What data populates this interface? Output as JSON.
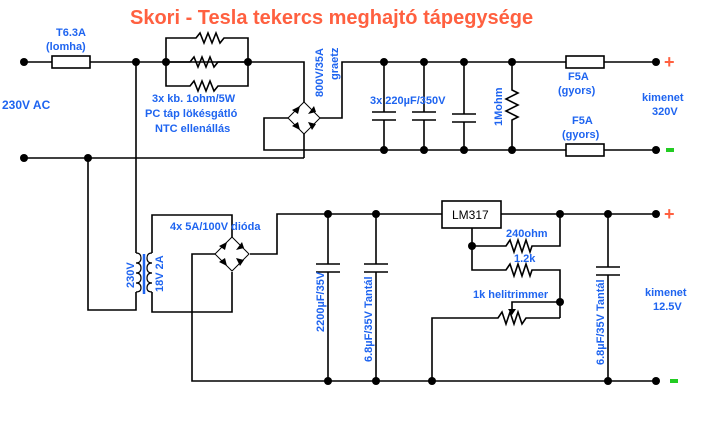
{
  "title": "Skori - Tesla tekercs meghajtó tápegysége",
  "colors": {
    "title": "#ff6040",
    "label": "#1e64f0",
    "plus": "#ff6040",
    "minus": "#22cc22",
    "wire": "#000000"
  },
  "input": {
    "label": "230V AC"
  },
  "fuse_in": {
    "rating": "T6.3A",
    "type": "(lomha)"
  },
  "ntc": {
    "line1": "3x kb. 1ohm/5W",
    "line2": "PC táp lökésgátló",
    "line3": "NTC ellenállás"
  },
  "bridge_hv": {
    "rating": "800V/35A",
    "name": "graetz"
  },
  "caps_hv": {
    "label": "3x 220µF/350V"
  },
  "bleeder": {
    "label": "1Mohm"
  },
  "fuse_out_plus": {
    "rating": "F5A",
    "type": "(gyors)"
  },
  "fuse_out_minus": {
    "rating": "F5A",
    "type": "(gyors)"
  },
  "output_hv": {
    "line1": "kimenet",
    "line2": "320V",
    "plus": "+",
    "minus": "-"
  },
  "transformer": {
    "primary": "230V",
    "secondary": "18V 2A"
  },
  "bridge_lv": {
    "label": "4x  5A/100V dióda"
  },
  "cap_filter": {
    "label": "2200µF/35V"
  },
  "cap_tant_in": {
    "label": "6.8µF/35V Tantál"
  },
  "regulator": {
    "label": "LM317"
  },
  "r1": {
    "label": "240ohm"
  },
  "r2": {
    "label": "1.2k"
  },
  "trimmer": {
    "label": "1k helitrimmer"
  },
  "cap_tant_out": {
    "label": "6.8µF/35V Tantál"
  },
  "output_lv": {
    "line1": "kimenet",
    "line2": "12.5V",
    "plus": "+",
    "minus": "-"
  }
}
